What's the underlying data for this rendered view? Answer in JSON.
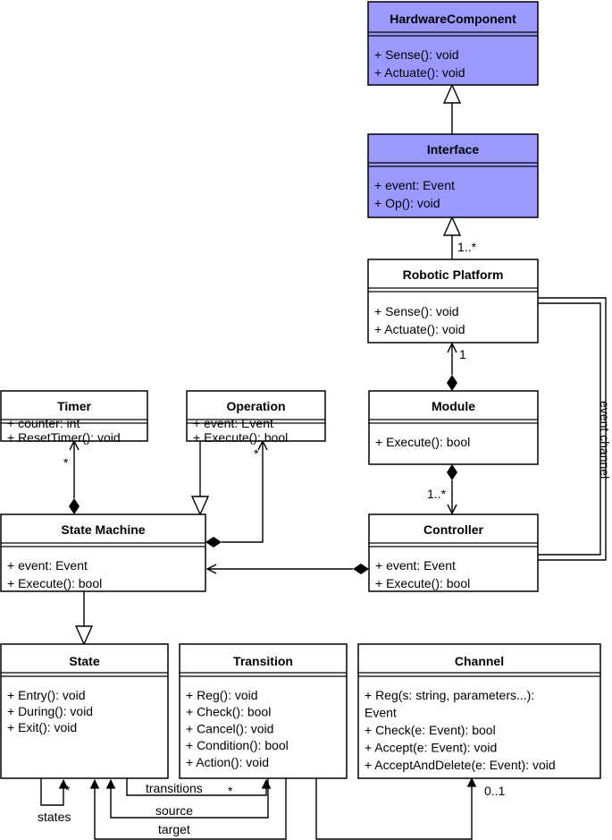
{
  "classes": {
    "hardware": {
      "name": "HardwareComponent",
      "members": [
        "+ Sense(): void",
        "+ Actuate(): void"
      ],
      "fill": "#9999ff"
    },
    "interface": {
      "name": "Interface",
      "members": [
        "+ event: Event",
        "+ Op(): void"
      ],
      "fill": "#9999ff"
    },
    "platform": {
      "name": "Robotic Platform",
      "members": [
        "+ Sense(): void",
        "+ Actuate(): void"
      ]
    },
    "timer": {
      "name": "Timer",
      "members": [
        "+ counter: int",
        "+ ResetTimer(): void"
      ]
    },
    "operation": {
      "name": "Operation",
      "members": [
        "+ event: Event",
        "+ Execute(): bool"
      ]
    },
    "module": {
      "name": "Module",
      "members": [
        "+ Execute(): bool"
      ]
    },
    "statemachine": {
      "name": "State Machine",
      "members": [
        "+ event: Event",
        "+ Execute(): bool"
      ]
    },
    "controller": {
      "name": "Controller",
      "members": [
        "+ event: Event",
        "+ Execute(): bool"
      ]
    },
    "state": {
      "name": "State",
      "members": [
        "+ Entry(): void",
        "+ During(): void",
        "+ Exit(): void"
      ]
    },
    "transition": {
      "name": "Transition",
      "members": [
        "+ Reg(): void",
        "+ Check(): bool",
        "+ Cancel(): void",
        "+ Condition(): bool",
        "+ Action(): void"
      ]
    },
    "channel": {
      "name": "Channel",
      "members": [
        "+ Reg(s: string, parameters...):",
        "Event",
        "+ Check(e: Event): bool",
        "+ Accept(e: Event): void",
        "+ AcceptAndDelete(e: Event): void"
      ]
    }
  },
  "labels": {
    "interface_platform_mult": "1..*",
    "platform_module_mult": "1",
    "module_controller_mult": "1..*",
    "timer_mult": "*",
    "operation_mult": "*",
    "event_channel": "event channel",
    "transitions": "transitions",
    "transitions_mult": "*",
    "states": "states",
    "states_mult": "*",
    "source": "source",
    "target": "target",
    "channel_mult": "0..1"
  }
}
